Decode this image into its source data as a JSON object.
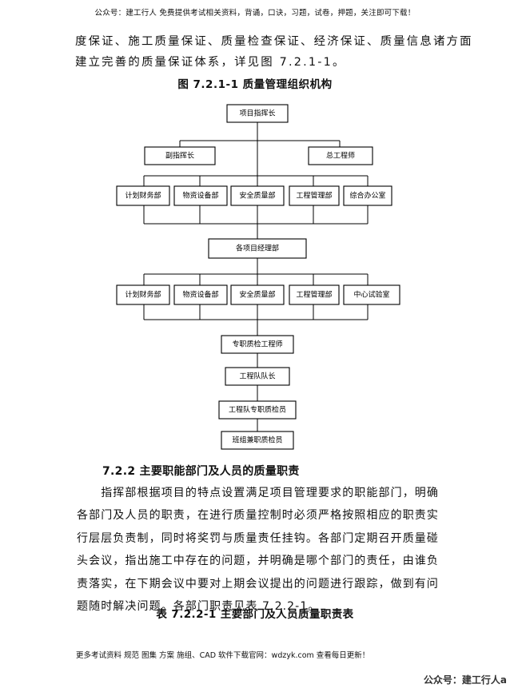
{
  "header_note": "公众号：建工行人 免费提供考试相关资料，背诵，口诀，习题，试卷，押题，关注即可下载！",
  "intro_lines": [
    "度保证、施工质量保证、质量检查保证、经济保证、质量信息诸方面",
    "建立完善的质量保证体系，详见图 7.2.1-1。"
  ],
  "figure_title": "图 7.2.1-1  质量管理组织机构",
  "org_chart": {
    "top": "项目指挥长",
    "level2": [
      "副指挥长",
      "总工程师"
    ],
    "level3": [
      "计划财务部",
      "物资设备部",
      "安全质量部",
      "工程管理部",
      "综合办公室"
    ],
    "middle": "各项目经理部",
    "level5": [
      "计划财务部",
      "物资设备部",
      "安全质量部",
      "工程管理部",
      "中心试验室"
    ],
    "chain": [
      "专职质检工程师",
      "工程队队长",
      "工程队专职质检员",
      "班组兼职质检员"
    ]
  },
  "section_title": "7.2.2 主要职能部门及人员的质量职责",
  "body_lines": [
    "　　指挥部根据项目的特点设置满足项目管理要求的职能部门，明确",
    "各部门及人员的职责，在进行质量控制时必须严格按照相应的职责实",
    "行层层负责制，同时将奖罚与质量责任挂钩。各部门定期召开质量碰",
    "头会议，指出施工中存在的问题，并明确是哪个部门的责任，由谁负",
    "责落实，在下期会议中要对上期会议提出的问题进行跟踪，做到有问",
    "题随时解决问题。各部门职责见表 7.2.2-1。"
  ],
  "table_title": "表 7.2.2-1  主要部门及人员质量职责表",
  "footer_note": "更多考试资料 规范 图集 方案 施组、CAD 软件下载官网：wdzyk.com 查看每日更新！",
  "watermark": "公众号：建工行人a"
}
